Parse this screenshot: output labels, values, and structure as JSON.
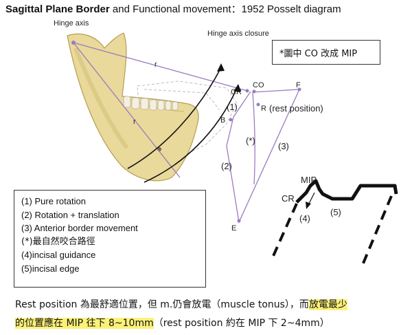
{
  "title": {
    "bold": "Sagittal Plane Border",
    "rest": " and Functional movement：1952 Posselt diagram"
  },
  "labels": {
    "hinge_axis": "Hinge axis",
    "hinge_axis_closure": "Hinge axis closure",
    "r_top": "r",
    "r_mid": "r",
    "cr": "CR",
    "co": "CO",
    "f": "F",
    "r_point": "R",
    "rest_position": "(rest position)",
    "b": "B",
    "e": "E",
    "path1": "(1)",
    "path2": "(2)",
    "path3": "(3)",
    "path_star": "(*)",
    "mip": "MIP",
    "cr_inset": "CR",
    "path4": "(4)",
    "path5": "(5)"
  },
  "note": "*圖中 CO 改成 MIP",
  "legend": [
    "(1)    Pure rotation",
    "(2)    Rotation + translation",
    "(3)    Anterior border movement",
    "(*)最自然咬合路徑",
    "(4)incisal guidance",
    "(5)incisal edge"
  ],
  "caption": {
    "line1_a": "Rest position 為最舒適位置，但 m.仍會放電（muscle tonus），而",
    "line1_hl": "放電最少",
    "line2_hl": "的位置應在 MIP 往下 8~10mm",
    "line2_b": "（rest position 約在 MIP 下 2~4mm）"
  },
  "colors": {
    "path": "#9b7bc0",
    "bone": "#e9d99a",
    "bone_dark": "#c9b36a"
  }
}
